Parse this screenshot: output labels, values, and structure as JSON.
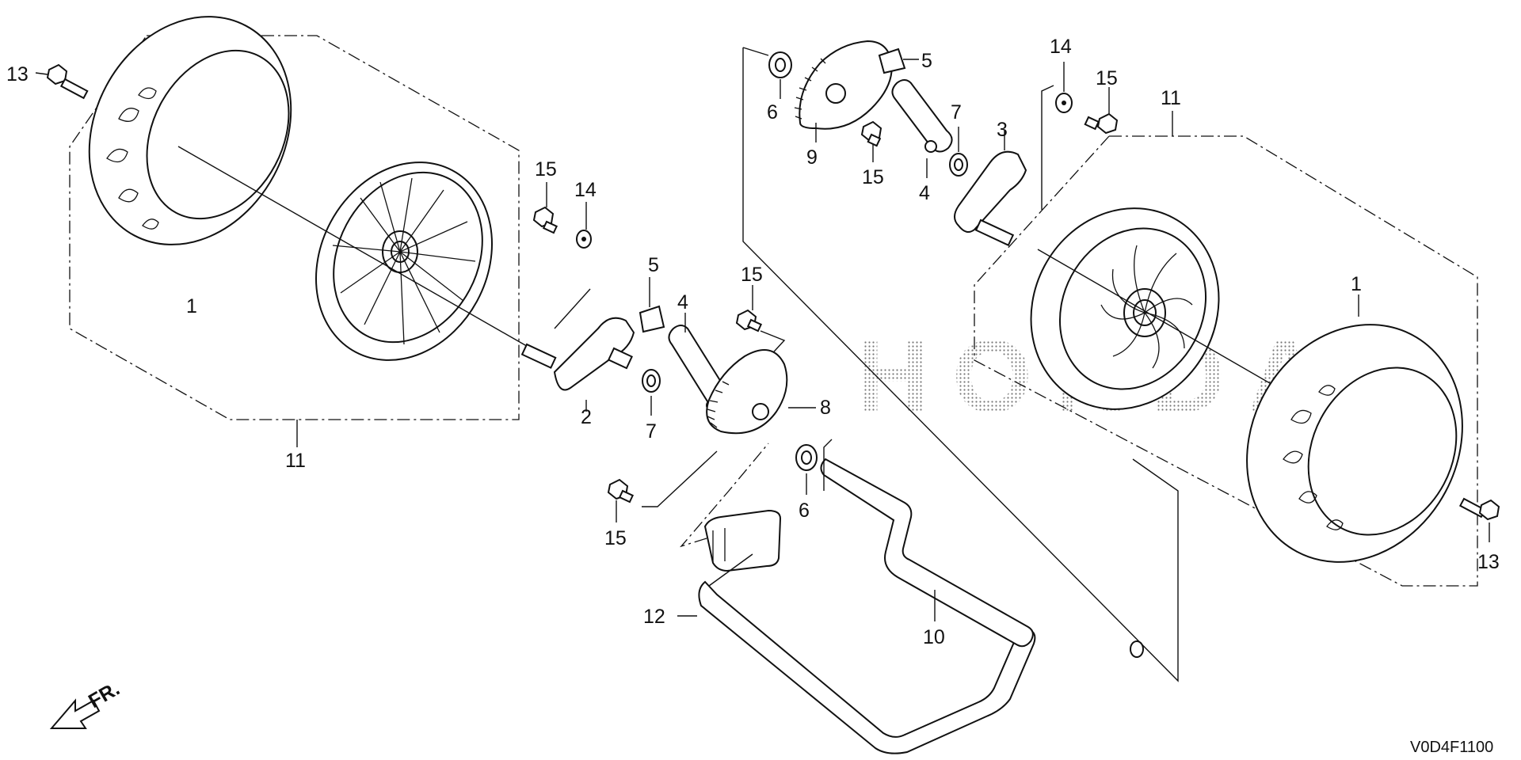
{
  "diagram": {
    "drawing_code": "V0D4F1100",
    "front_label": "FR.",
    "watermark": "HONDA",
    "callouts": [
      {
        "id": "c-13-left",
        "text": "13"
      },
      {
        "id": "c-1-left",
        "text": "1"
      },
      {
        "id": "c-11-left",
        "text": "11"
      },
      {
        "id": "c-15-a",
        "text": "15"
      },
      {
        "id": "c-14-a",
        "text": "14"
      },
      {
        "id": "c-5-a",
        "text": "5"
      },
      {
        "id": "c-4-a",
        "text": "4"
      },
      {
        "id": "c-15-b",
        "text": "15"
      },
      {
        "id": "c-2",
        "text": "2"
      },
      {
        "id": "c-7-a",
        "text": "7"
      },
      {
        "id": "c-8",
        "text": "8"
      },
      {
        "id": "c-15-c",
        "text": "15"
      },
      {
        "id": "c-6-a",
        "text": "6"
      },
      {
        "id": "c-12",
        "text": "12"
      },
      {
        "id": "c-10",
        "text": "10"
      },
      {
        "id": "c-5-b",
        "text": "5"
      },
      {
        "id": "c-6-b",
        "text": "6"
      },
      {
        "id": "c-9",
        "text": "9"
      },
      {
        "id": "c-15-d",
        "text": "15"
      },
      {
        "id": "c-4-b",
        "text": "4"
      },
      {
        "id": "c-7-b",
        "text": "7"
      },
      {
        "id": "c-3",
        "text": "3"
      },
      {
        "id": "c-14-b",
        "text": "14"
      },
      {
        "id": "c-15-e",
        "text": "15"
      },
      {
        "id": "c-11-right",
        "text": "11"
      },
      {
        "id": "c-1-right",
        "text": "1"
      },
      {
        "id": "c-13-right",
        "text": "13"
      }
    ]
  }
}
